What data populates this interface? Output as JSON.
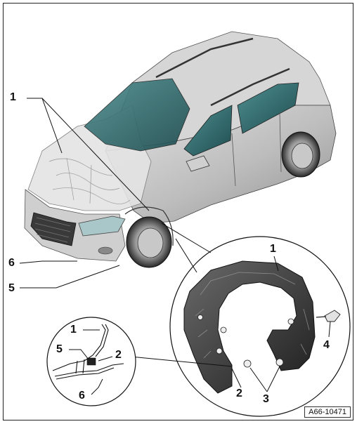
{
  "callouts": {
    "main_1": "1",
    "main_6": "6",
    "main_5": "5",
    "liner_1": "1",
    "liner_2": "2",
    "liner_3": "3",
    "liner_4": "4",
    "detail_1": "1",
    "detail_5": "5",
    "detail_2": "2",
    "detail_6": "6"
  },
  "reference_code": "A66-10471",
  "colors": {
    "car_body": "#c9c9c9",
    "car_shadow": "#8e8e8e",
    "glass": "#2e6b6e",
    "liner": "#3b3b3b",
    "outline": "#111111"
  }
}
